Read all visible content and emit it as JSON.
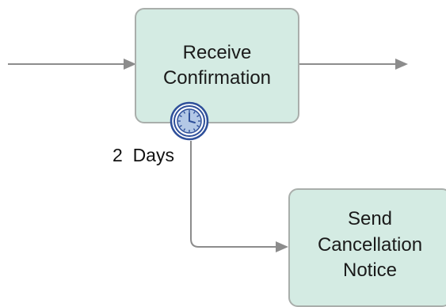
{
  "tasks": {
    "receive": {
      "line1": "Receive",
      "line2": "Confirmation"
    },
    "send": {
      "line1": "Send",
      "line2": "Cancellation",
      "line3": "Notice"
    }
  },
  "timer_event": {
    "label": "2  Days",
    "icon": "clock-icon"
  },
  "colors": {
    "task_fill": "#d4ebe3",
    "task_border": "#a9aeab",
    "flow_line": "#8c8c8c",
    "timer_ring": "#2e4f9a",
    "timer_fill": "#b3c8e6"
  }
}
